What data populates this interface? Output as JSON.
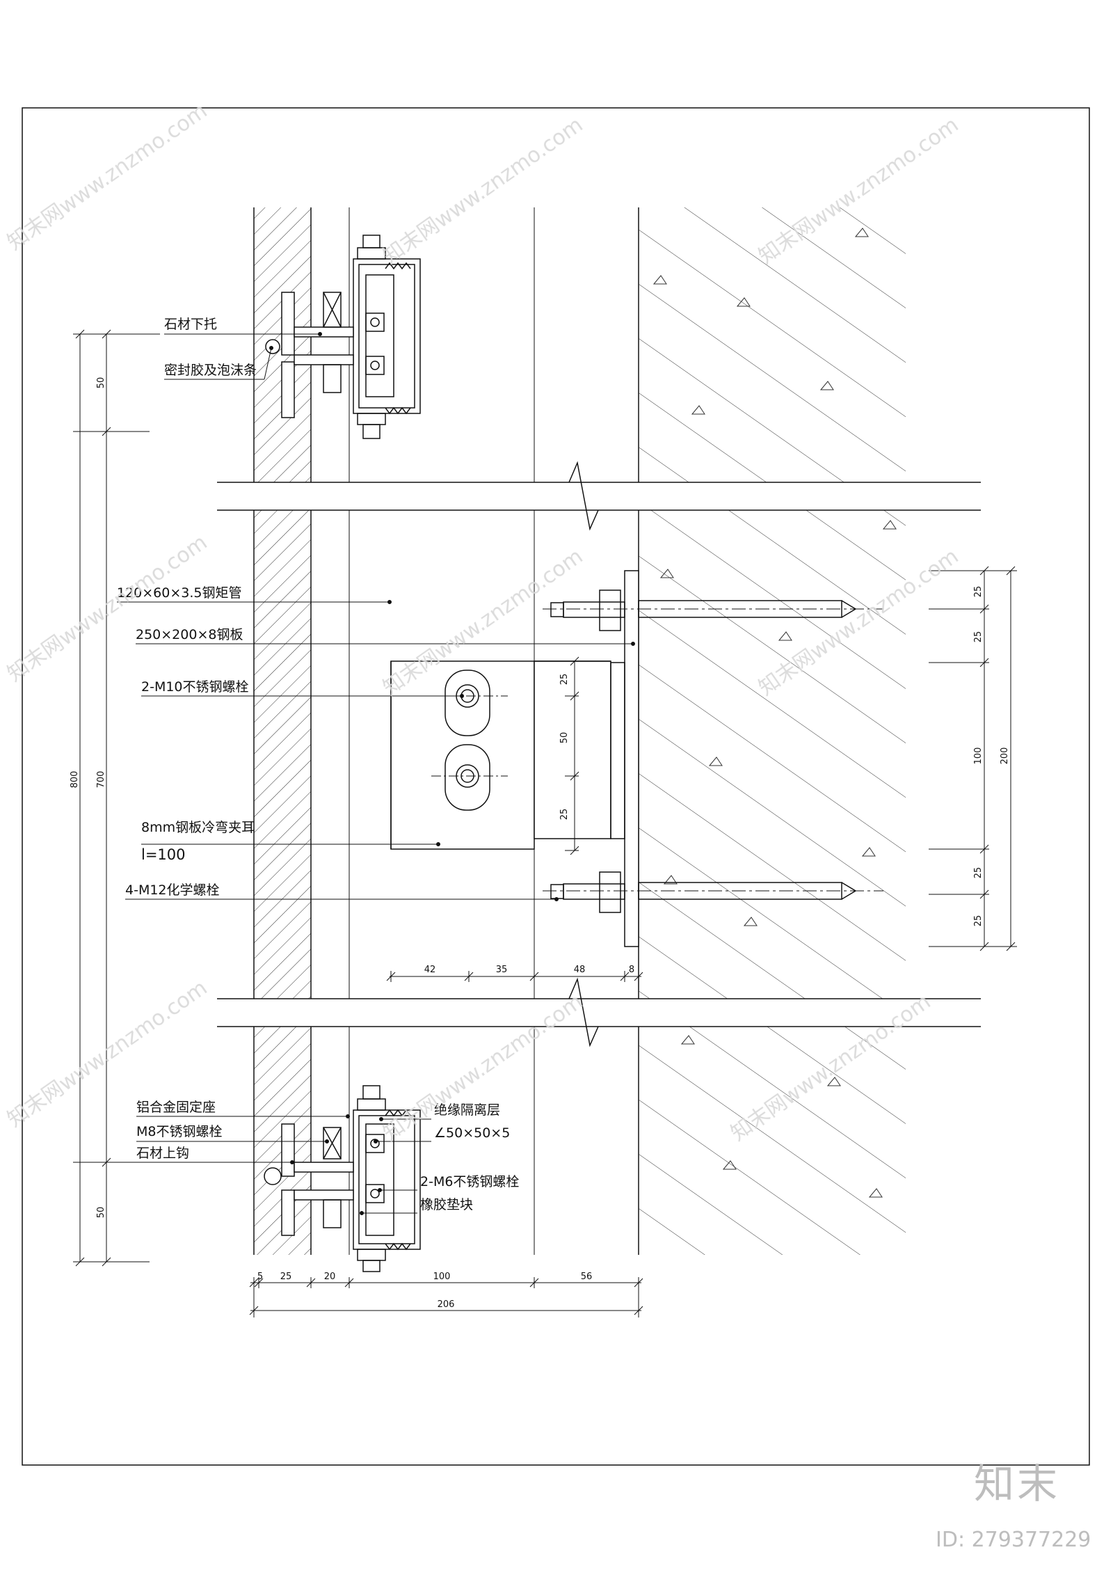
{
  "labels": {
    "stone_bottom_support": "石材下托",
    "sealant_foam": "密封胶及泡沫条",
    "steel_tube": "120×60×3.5钢矩管",
    "steel_plate": "250×200×8钢板",
    "m10_bolts": "2-M10不锈钢螺栓",
    "clamp_ear": "8mm钢板冷弯夹耳",
    "clamp_length": "l=100",
    "chem_bolts": "4-M12化学螺栓",
    "alu_seat": "铝合金固定座",
    "m8_bolt": "M8不锈钢螺栓",
    "stone_top_hook": "石材上钩",
    "insulation": "绝缘隔离层",
    "angle_steel": "∠50×50×5",
    "m6_bolts": "2-M6不锈钢螺栓",
    "rubber_pad": "橡胶垫块"
  },
  "dims": {
    "left_800": "800",
    "left_700": "700",
    "left_50_top": "50",
    "left_50_bottom": "50",
    "bottom_5": "5",
    "bottom_25": "25",
    "bottom_20": "20",
    "bottom_100": "100",
    "bottom_56": "56",
    "bottom_206": "206",
    "mid_42": "42",
    "mid_35": "35",
    "mid_48": "48",
    "mid_8": "8",
    "plate_25a": "25",
    "plate_50": "50",
    "plate_25b": "25",
    "right_25a": "25",
    "right_25b": "25",
    "right_100": "100",
    "right_25c": "25",
    "right_25d": "25",
    "right_200": "200"
  },
  "watermark": {
    "text": "知末网www.znzmo.com",
    "brand": "知末",
    "id": "ID: 279377229"
  }
}
